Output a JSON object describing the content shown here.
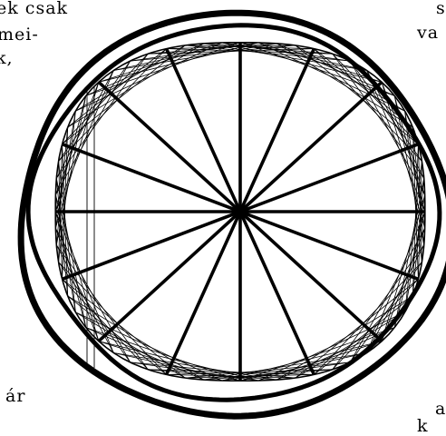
{
  "text_fragments": [
    {
      "id": "tl1",
      "text": "ek csak"
    },
    {
      "id": "tl2",
      "text": "mei-"
    },
    {
      "id": "tl3",
      "text": "k,"
    },
    {
      "id": "tr1",
      "text": "s"
    },
    {
      "id": "tr2",
      "text": "va"
    },
    {
      "id": "bl1",
      "text": "ár"
    },
    {
      "id": "br1",
      "text": "a"
    },
    {
      "id": "br2",
      "text": "k"
    }
  ],
  "diagram": {
    "spokes": 16,
    "colors": {
      "ink": "#000000",
      "paper": "#ffffff"
    }
  }
}
